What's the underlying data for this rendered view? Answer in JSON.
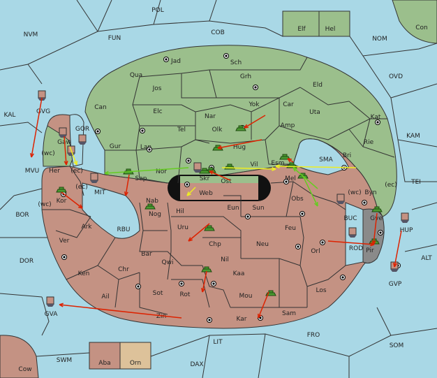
{
  "colors": {
    "sea": "#a9d8e6",
    "north_land": "#9bbf8c",
    "south_land": "#c49283",
    "neutral_land": "#ddc29a",
    "dark_cape": "#8a8a8a",
    "border": "#333333",
    "move_red": "#dd2200",
    "move_yellow": "#eeee22",
    "move_green": "#66cc22"
  },
  "labels": {
    "pol": "POL",
    "nvm": "NVM",
    "fun": "FUN",
    "cob": "COB",
    "nom": "NOM",
    "con": "Con",
    "elf": "Elf",
    "hel": "Hel",
    "jad": "Jad",
    "sch": "Sch",
    "qua": "Qua",
    "grh": "Grh",
    "ovd": "OVD",
    "jos": "Jos",
    "eld": "Eld",
    "can": "Can",
    "yok": "Yok",
    "car": "Car",
    "gvg": "GVG",
    "kal": "KAL",
    "elc": "Elc",
    "nar": "Nar",
    "uta": "Uta",
    "kat": "Kat",
    "gor": "GOR",
    "tel": "Tel",
    "olk": "Olk",
    "amp": "Amp",
    "kam": "KAM",
    "gaw": "Gaw",
    "rie": "Rie",
    "gur": "Gur",
    "lan": "Lan",
    "hug": "Hug",
    "wc1": "(wc)",
    "ec1": "(ec)",
    "mvu": "MVU",
    "her": "Her",
    "esm": "Esm",
    "sma": "SMA",
    "bri": "Bri",
    "vil": "Vil",
    "nor": "Nor",
    "sap": "Sap",
    "skr": "Skr",
    "ost": "Ost",
    "mel": "Mel",
    "ec2": "(ec)",
    "tei": "TEI",
    "ec3": "(ec)",
    "web": "Web",
    "mit": "MIT",
    "wc2": "(wc)",
    "byn": "Byn",
    "kor": "Kor",
    "nab": "Nab",
    "obs": "Obs",
    "wc3": "(wc)",
    "bor": "BOR",
    "eun": "Eun",
    "sun": "Sun",
    "hil": "Hil",
    "buc": "BUC",
    "gve": "Gve",
    "hup": "HUP",
    "ark": "Ark",
    "rbu": "RBU",
    "nog": "Nog",
    "uru": "Uru",
    "feu": "Feu",
    "ver": "Ver",
    "chp": "Chp",
    "neu": "Neu",
    "pir": "Pir",
    "rod": "ROD",
    "dor": "DOR",
    "bar": "Bar",
    "qwi": "Qwi",
    "orl": "Orl",
    "alt": "ALT",
    "ken": "Ken",
    "chr": "Chr",
    "nil": "Nil",
    "kaa": "Kaa",
    "gvp": "GVP",
    "sot": "Sot",
    "rot": "Rot",
    "los": "Los",
    "ail": "Ail",
    "mou": "Mou",
    "gva": "GVA",
    "zin": "Zin",
    "sam": "Sam",
    "kar": "Kar",
    "fro": "FRO",
    "lit": "LIT",
    "som": "SOM",
    "swm": "SWM",
    "aba": "Aba",
    "orn": "Orn",
    "dax": "DAX",
    "cow": "Cow"
  }
}
